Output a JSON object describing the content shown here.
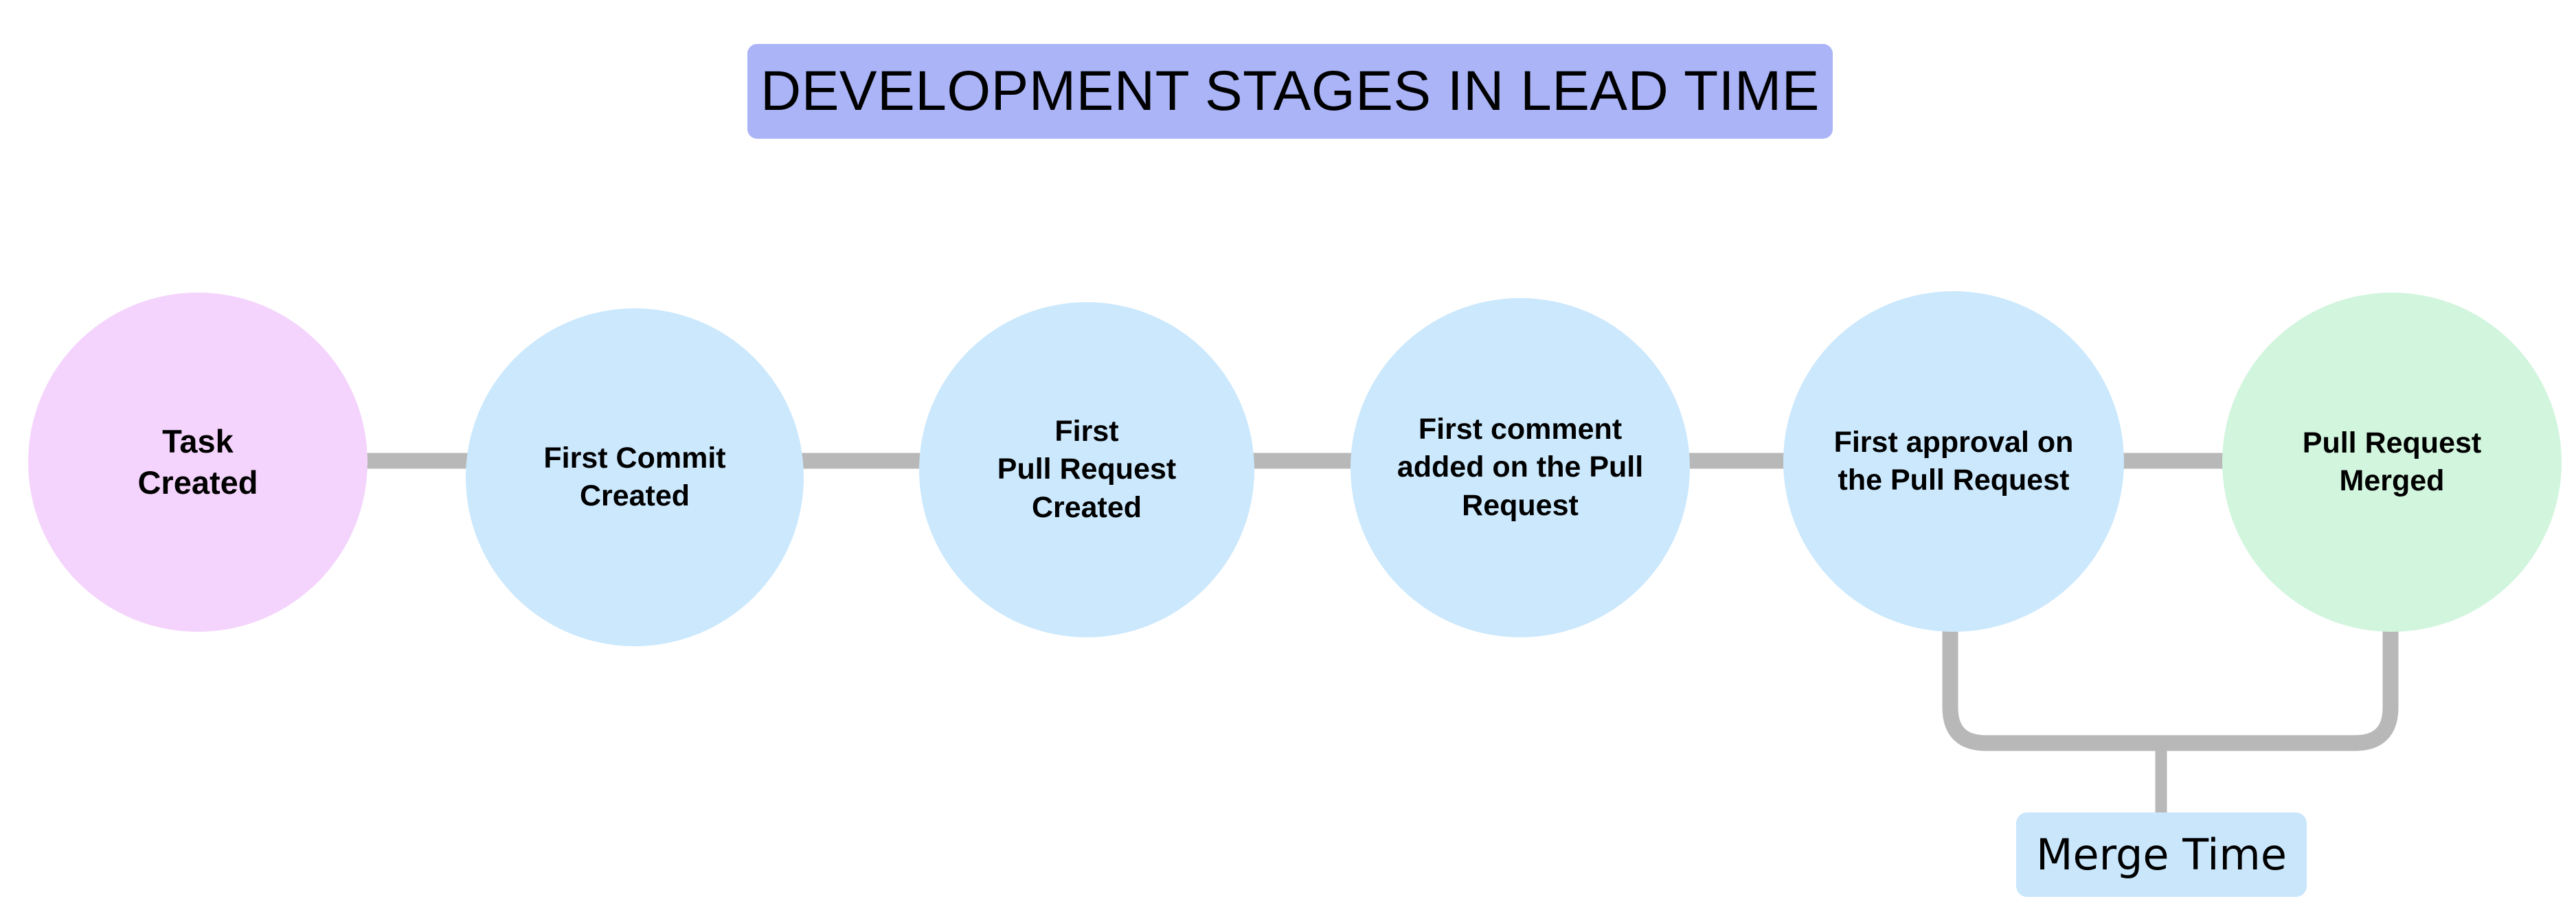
{
  "diagram": {
    "title": "DEVELOPMENT STAGES IN LEAD TIME",
    "title_bg": "#aab4f7",
    "connector_color": "#b8b8b8",
    "background": "#ffffff",
    "stages": [
      {
        "id": "task-created",
        "label": "Task\nCreated",
        "color": "#f4d4fc"
      },
      {
        "id": "first-commit-created",
        "label": "First Commit\nCreated",
        "color": "#cbe8fd"
      },
      {
        "id": "first-pull-request-created",
        "label": "First\nPull Request\nCreated",
        "color": "#cbe8fd"
      },
      {
        "id": "first-comment-added",
        "label": "First comment\nadded on the Pull\nRequest",
        "color": "#cbe8fd"
      },
      {
        "id": "first-approval",
        "label": "First approval on\nthe Pull Request",
        "color": "#cbe8fd"
      },
      {
        "id": "pull-request-merged",
        "label": "Pull Request\nMerged",
        "color": "#d2f5de"
      }
    ],
    "annotation": {
      "id": "merge-time",
      "label": "Merge Time",
      "color": "#c9e6fb",
      "spans_from": "first-approval",
      "spans_to": "pull-request-merged"
    }
  }
}
